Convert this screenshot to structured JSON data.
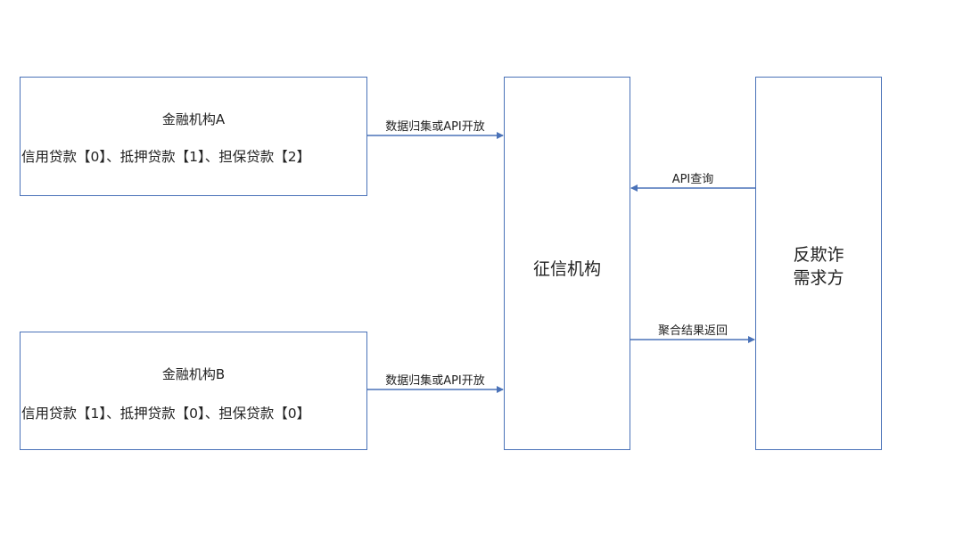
{
  "nodes": {
    "institution_a": {
      "title": "金融机构A",
      "loans": "信用贷款【0】、抵押贷款【1】、担保贷款【2】"
    },
    "institution_b": {
      "title": "金融机构B",
      "loans": "信用贷款【1】、抵押贷款【0】、担保贷款【0】"
    },
    "credit_bureau": {
      "label": "征信机构"
    },
    "anti_fraud": {
      "line1": "反欺诈",
      "line2": "需求方"
    }
  },
  "edges": {
    "a_to_bureau": "数据归集或API开放",
    "b_to_bureau": "数据归集或API开放",
    "antifraud_to_bureau": "API查询",
    "bureau_to_antifraud": "聚合结果返回"
  },
  "colors": {
    "border": "#4a72b8",
    "arrow": "#4a72b8",
    "text": "#222222"
  }
}
